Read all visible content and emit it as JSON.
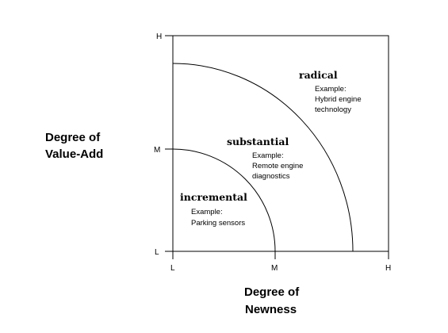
{
  "y_axis": {
    "title_lines": [
      "Degree of",
      "Value-Add"
    ],
    "ticks": [
      "L",
      "M",
      "H"
    ]
  },
  "x_axis": {
    "title_lines": [
      "Degree of",
      "Newness"
    ],
    "ticks": [
      "L",
      "M",
      "H"
    ]
  },
  "zones": [
    {
      "name": "incremental",
      "example_lines": [
        "Example:",
        "Parking sensors"
      ]
    },
    {
      "name": "substantial",
      "example_lines": [
        "Example:",
        "Remote engine",
        "diagnostics"
      ]
    },
    {
      "name": "radical",
      "example_lines": [
        "Example:",
        "Hybrid engine",
        "technology"
      ]
    }
  ]
}
